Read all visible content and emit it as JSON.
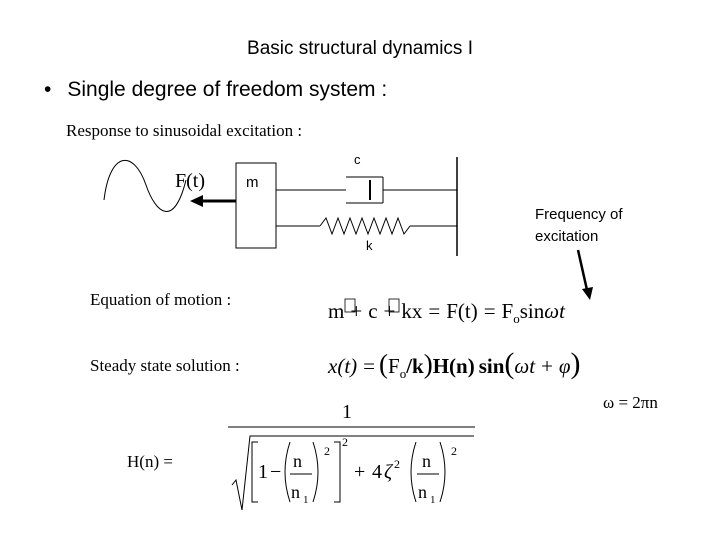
{
  "slide": {
    "title": "Basic structural dynamics I",
    "bullet_text": "Single degree of freedom system :",
    "response_heading": "Response to sinusoidal excitation :",
    "equation_of_motion_heading": "Equation of motion :",
    "steady_state_heading": "Steady state solution :",
    "frequency_label_line1": "Frequency of",
    "frequency_label_line2": "excitation",
    "omega_relation": "ω = 2πn",
    "hn_label": "H(n) ="
  },
  "diagram": {
    "force_label": "F(t)",
    "mass_label": "m",
    "damper_label": "c",
    "spring_label": "k"
  },
  "equations": {
    "eom": {
      "m": "m",
      "missing_glyph": "",
      "plus": "+",
      "c": "c",
      "kx": "kx",
      "eq": "=",
      "F": "F(t)",
      "F0": "F",
      "F0_sub": "o",
      "sin": "sin",
      "omega": "ω",
      "t": "t"
    },
    "steady_state": {
      "xt": "x(t)",
      "eq": "=",
      "F": "F",
      "F_sub": "o",
      "over_k": "/k",
      "H": "H(n)",
      "sin": "sin",
      "omega": "ω",
      "t": "t",
      "plus": "+",
      "phi": "φ"
    },
    "hn": {
      "numerator": "1",
      "one": "1",
      "minus": "−",
      "n": "n",
      "n1": "n",
      "n1_sub": "1",
      "exp": "2",
      "plus": "+",
      "four": "4",
      "zeta": "ζ",
      "zeta_exp": "2"
    }
  },
  "colors": {
    "ink": "#000000",
    "background": "#ffffff"
  }
}
